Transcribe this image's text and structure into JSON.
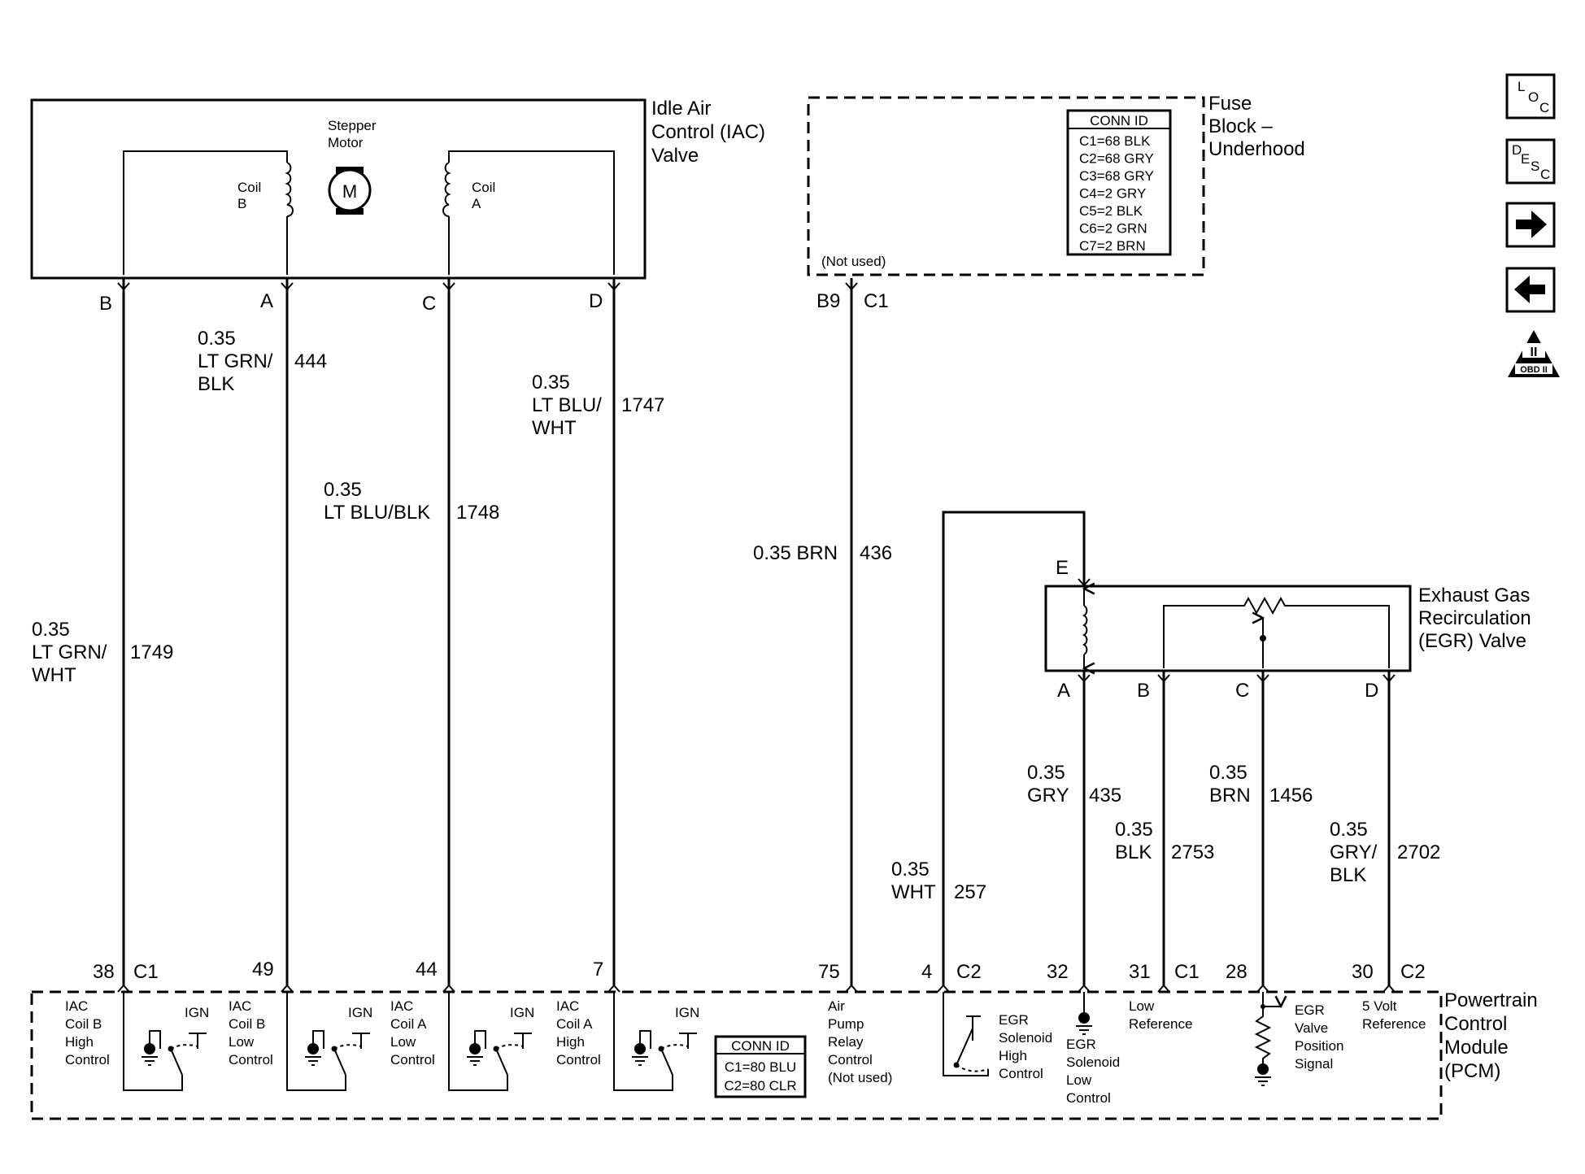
{
  "components": {
    "iac": {
      "title": [
        "Idle Air",
        "Control (IAC)",
        "Valve"
      ],
      "motor_label": [
        "Stepper",
        "Motor"
      ],
      "motor_symbol": "M",
      "coil_b": [
        "Coil",
        "B"
      ],
      "coil_a": [
        "Coil",
        "A"
      ]
    },
    "fuse": {
      "title": [
        "Fuse",
        "Block –",
        "Underhood"
      ],
      "not_used": "(Not used)",
      "conn_header": "CONN ID",
      "conn_rows": [
        "C1=68 BLK",
        "C2=68 GRY",
        "C3=68 GRY",
        "C4=2 GRY",
        "C5=2 BLK",
        "C6=2 GRN",
        "C7=2 BRN"
      ]
    },
    "egr": {
      "title": [
        "Exhaust Gas",
        "Recirculation",
        "(EGR) Valve"
      ]
    },
    "pcm": {
      "title": [
        "Powertrain",
        "Control",
        "Module",
        "(PCM)"
      ],
      "conn_header": "CONN ID",
      "conn_rows": [
        "C1=80 BLU",
        "C2=80 CLR"
      ]
    }
  },
  "pins": {
    "iac": [
      "B",
      "A",
      "C",
      "D"
    ],
    "fuse": [
      "B9",
      "C1"
    ],
    "egr_top": "E",
    "egr": [
      "A",
      "B",
      "C",
      "D"
    ],
    "pcm": [
      "38",
      "C1",
      "49",
      "44",
      "7",
      "75",
      "4",
      "C2",
      "32",
      "31",
      "C1",
      "28",
      "30",
      "C2"
    ]
  },
  "wires": [
    {
      "id": "w1749",
      "lines": [
        "0.35",
        "LT GRN/",
        "WHT"
      ],
      "circuit": "1749"
    },
    {
      "id": "w444",
      "lines": [
        "0.35",
        "LT GRN/",
        "BLK"
      ],
      "circuit": "444"
    },
    {
      "id": "w1748",
      "lines": [
        "0.35",
        "LT BLU/BLK"
      ],
      "circuit": "1748"
    },
    {
      "id": "w1747",
      "lines": [
        "0.35",
        "LT BLU/",
        "WHT"
      ],
      "circuit": "1747"
    },
    {
      "id": "w436",
      "lines": [
        "0.35 BRN"
      ],
      "circuit": "436"
    },
    {
      "id": "w257",
      "lines": [
        "0.35",
        "WHT"
      ],
      "circuit": "257"
    },
    {
      "id": "w435",
      "lines": [
        "0.35",
        "GRY"
      ],
      "circuit": "435"
    },
    {
      "id": "w2753",
      "lines": [
        "0.35",
        "BLK"
      ],
      "circuit": "2753"
    },
    {
      "id": "w1456",
      "lines": [
        "0.35",
        "BRN"
      ],
      "circuit": "1456"
    },
    {
      "id": "w2702",
      "lines": [
        "0.35",
        "GRY/",
        "BLK"
      ],
      "circuit": "2702"
    }
  ],
  "pcm_functions": [
    {
      "lines": [
        "IAC",
        "Coil B",
        "High",
        "Control"
      ]
    },
    {
      "lines": [
        "IAC",
        "Coil B",
        "Low",
        "Control"
      ]
    },
    {
      "lines": [
        "IAC",
        "Coil A",
        "Low",
        "Control"
      ]
    },
    {
      "lines": [
        "IAC",
        "Coil A",
        "High",
        "Control"
      ]
    },
    {
      "lines": [
        "Air",
        "Pump",
        "Relay",
        "Control",
        "(Not used)"
      ]
    },
    {
      "lines": [
        "EGR",
        "Solenoid",
        "High",
        "Control"
      ]
    },
    {
      "lines": [
        "EGR",
        "Solenoid",
        "Low",
        "Control"
      ]
    },
    {
      "lines": [
        "Low",
        "Reference"
      ]
    },
    {
      "lines": [
        "EGR",
        "Valve",
        "Position",
        "Signal"
      ]
    },
    {
      "lines": [
        "5 Volt",
        "Reference"
      ]
    }
  ],
  "ign_label": "IGN",
  "nav": {
    "loc": [
      "L",
      "O",
      "C"
    ],
    "desc": [
      "D",
      "E",
      "S",
      "C"
    ],
    "obd": [
      "II",
      "OBD II"
    ]
  }
}
